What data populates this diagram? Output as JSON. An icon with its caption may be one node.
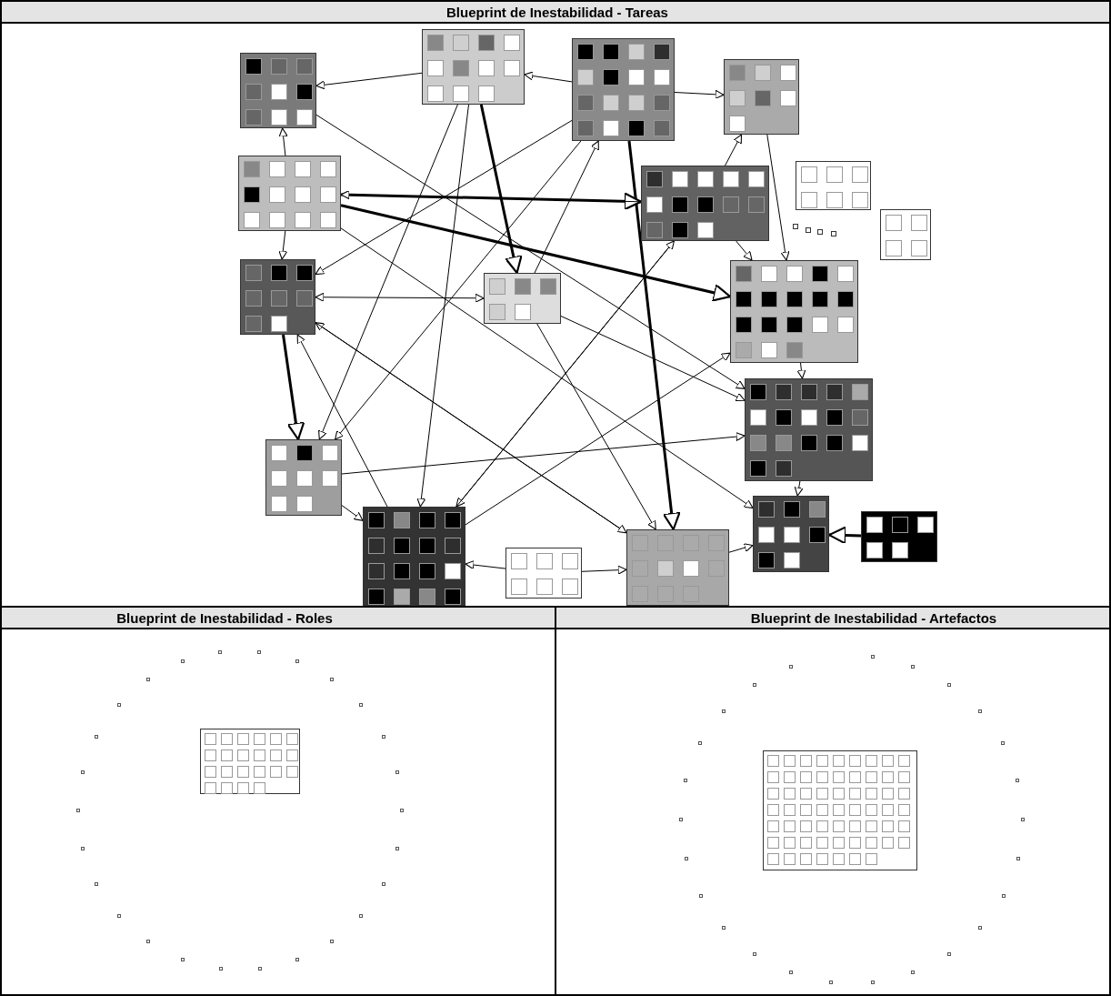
{
  "diagram": {
    "nodes": [
      {
        "text": [
          "Blueprint de Inestabilidad - Tareas"
        ]
      },
      {
        "text": [],
        "shape": "box",
        "in": 0
      },
      {
        "text": [],
        "shape": "box",
        "in": 0
      },
      {
        "text": [],
        "shape": "box",
        "in": 0
      },
      {
        "text": [],
        "shape": "box",
        "in": 0
      },
      {
        "text": [],
        "shape": "box",
        "in": 0
      },
      {
        "text": [],
        "shape": "box",
        "in": 0
      },
      {
        "text": [],
        "shape": "box",
        "in": 0
      },
      {
        "text": [],
        "shape": "box",
        "in": 0
      },
      {
        "text": [],
        "shape": "box",
        "in": 0
      },
      {
        "text": [],
        "shape": "box",
        "in": 0
      },
      {
        "text": [],
        "shape": "box",
        "in": 0
      },
      {
        "text": [],
        "shape": "box",
        "in": 0
      },
      {
        "text": [],
        "shape": "box",
        "in": 0
      },
      {
        "text": [],
        "shape": "box",
        "in": 0
      },
      {
        "text": [],
        "shape": "box",
        "in": 0
      },
      {
        "text": [],
        "shape": "box",
        "in": 0
      },
      {
        "text": [],
        "shape": "box",
        "in": 0
      },
      {
        "text": [],
        "shape": "box",
        "in": 0
      },
      {
        "text": [],
        "shape": "box",
        "in": 0
      },
      {
        "text": [],
        "shape": "box",
        "in": 0
      },
      {
        "text": [],
        "shape": "box",
        "in": 0
      },
      {
        "text": [],
        "shape": "box",
        "in": 0
      },
      {
        "text": [
          "Blueprint de Inestabilidad - Roles"
        ]
      },
      {
        "text": [],
        "shape": "box",
        "in": 23
      },
      {
        "text": [],
        "shape": "box",
        "in": 23
      },
      {
        "text": [],
        "shape": "box",
        "in": 23
      },
      {
        "text": [],
        "shape": "box",
        "in": 23
      },
      {
        "text": [],
        "shape": "box",
        "in": 23
      },
      {
        "text": [],
        "shape": "box",
        "in": 23
      },
      {
        "text": [],
        "shape": "box",
        "in": 23
      },
      {
        "text": [],
        "shape": "box",
        "in": 23
      },
      {
        "text": [],
        "shape": "box",
        "in": 23
      },
      {
        "text": [],
        "shape": "box",
        "in": 23
      },
      {
        "text": [],
        "shape": "box",
        "in": 23
      },
      {
        "text": [],
        "shape": "box",
        "in": 23
      },
      {
        "text": [],
        "shape": "box",
        "in": 23
      },
      {
        "text": [],
        "shape": "box",
        "in": 23
      },
      {
        "text": [],
        "shape": "box",
        "in": 23
      },
      {
        "text": [],
        "shape": "box",
        "in": 23
      },
      {
        "text": [],
        "shape": "box",
        "in": 23
      },
      {
        "text": [],
        "shape": "box",
        "in": 23
      },
      {
        "text": [],
        "shape": "box",
        "in": 23
      },
      {
        "text": [],
        "shape": "box",
        "in": 23
      },
      {
        "text": [],
        "shape": "box",
        "in": 23
      },
      {
        "text": [],
        "shape": "box",
        "in": 23
      },
      {
        "text": [],
        "shape": "box",
        "in": 23
      },
      {
        "text": [],
        "shape": "box",
        "in": 23
      },
      {
        "text": [],
        "shape": "box",
        "in": 23
      },
      {
        "text": [],
        "shape": "box",
        "in": 23
      },
      {
        "text": [],
        "shape": "box",
        "in": 23
      },
      {
        "text": [
          "Blueprint de Inestabilidad - Artefactos"
        ]
      },
      {
        "text": [],
        "shape": "box",
        "in": 51
      },
      {
        "text": [],
        "shape": "box",
        "in": 51
      },
      {
        "text": [],
        "shape": "box",
        "in": 51
      },
      {
        "text": [],
        "shape": "box",
        "in": 51
      },
      {
        "text": [],
        "shape": "box",
        "in": 51
      },
      {
        "text": [],
        "shape": "box",
        "in": 51
      },
      {
        "text": [],
        "shape": "box",
        "in": 51
      },
      {
        "text": [],
        "shape": "box",
        "in": 51
      },
      {
        "text": [],
        "shape": "box",
        "in": 51
      },
      {
        "text": [],
        "shape": "box",
        "in": 51
      },
      {
        "text": [],
        "shape": "box",
        "in": 51
      },
      {
        "text": [],
        "shape": "box",
        "in": 51
      },
      {
        "text": [],
        "shape": "box",
        "in": 51
      },
      {
        "text": [],
        "shape": "box",
        "in": 51
      },
      {
        "text": [],
        "shape": "box",
        "in": 51
      },
      {
        "text": [],
        "shape": "box",
        "in": 51
      },
      {
        "text": [],
        "shape": "box",
        "in": 51
      },
      {
        "text": [],
        "shape": "box",
        "in": 51
      },
      {
        "text": [],
        "shape": "box",
        "in": 51
      },
      {
        "text": [],
        "shape": "box",
        "in": 51
      },
      {
        "text": [],
        "shape": "box",
        "in": 51
      },
      {
        "text": [],
        "shape": "box",
        "in": 51
      },
      {
        "text": [],
        "shape": "box",
        "in": 51
      },
      {
        "text": [],
        "shape": "box",
        "in": 51
      },
      {
        "text": [],
        "shape": "box",
        "in": 51
      },
      {
        "text": [],
        "shape": "box",
        "in": 51
      }
    ],
    "edges": [
      {
        "from": 2,
        "to": 1,
        "arrow": "to"
      },
      {
        "from": 3,
        "to": 2,
        "arrow": "to"
      },
      {
        "from": 3,
        "to": 4,
        "arrow": "to"
      },
      {
        "from": 2,
        "to": 14,
        "arrow": "to",
        "style": "thick"
      },
      {
        "from": 3,
        "to": 22,
        "arrow": "to",
        "style": "thick"
      },
      {
        "from": 5,
        "to": 1,
        "arrow": "to"
      },
      {
        "from": 5,
        "to": 13,
        "arrow": "to"
      },
      {
        "from": 13,
        "to": 17,
        "arrow": "to",
        "style": "thick"
      },
      {
        "from": 13,
        "to": 14,
        "arrow": "both"
      },
      {
        "from": 5,
        "to": 15,
        "arrow": "to",
        "style": "thick"
      },
      {
        "from": 5,
        "to": 6,
        "arrow": "to",
        "style": "thick"
      },
      {
        "from": 2,
        "to": 20,
        "arrow": "to"
      },
      {
        "from": 2,
        "to": 17,
        "arrow": "to"
      },
      {
        "from": 3,
        "to": 13,
        "arrow": "to"
      },
      {
        "from": 3,
        "to": 17,
        "arrow": "to"
      },
      {
        "from": 6,
        "to": 5,
        "arrow": "to"
      },
      {
        "from": 6,
        "to": 20,
        "arrow": "to"
      },
      {
        "from": 6,
        "to": 4,
        "arrow": "to"
      },
      {
        "from": 4,
        "to": 15,
        "arrow": "to"
      },
      {
        "from": 6,
        "to": 15,
        "arrow": "to"
      },
      {
        "from": 15,
        "to": 16,
        "arrow": "to"
      },
      {
        "from": 16,
        "to": 18,
        "arrow": "to"
      },
      {
        "from": 19,
        "to": 18,
        "arrow": "to",
        "style": "thick"
      },
      {
        "from": 21,
        "to": 22,
        "arrow": "to"
      },
      {
        "from": 21,
        "to": 20,
        "arrow": "to"
      },
      {
        "from": 20,
        "to": 13,
        "arrow": "to"
      },
      {
        "from": 17,
        "to": 20,
        "arrow": "to"
      },
      {
        "from": 17,
        "to": 16,
        "arrow": "to"
      },
      {
        "from": 22,
        "to": 13,
        "arrow": "to"
      },
      {
        "from": 22,
        "to": 18,
        "arrow": "to"
      },
      {
        "from": 20,
        "to": 15,
        "arrow": "to"
      },
      {
        "from": 14,
        "to": 16,
        "arrow": "to"
      },
      {
        "from": 14,
        "to": 22,
        "arrow": "to"
      },
      {
        "from": 14,
        "to": 3,
        "arrow": "to"
      },
      {
        "from": 1,
        "to": 16,
        "arrow": "to"
      },
      {
        "from": 5,
        "to": 18,
        "arrow": "to"
      },
      {
        "from": 13,
        "to": 22,
        "arrow": "to"
      },
      {
        "from": 20,
        "to": 6,
        "arrow": "to"
      }
    ]
  }
}
